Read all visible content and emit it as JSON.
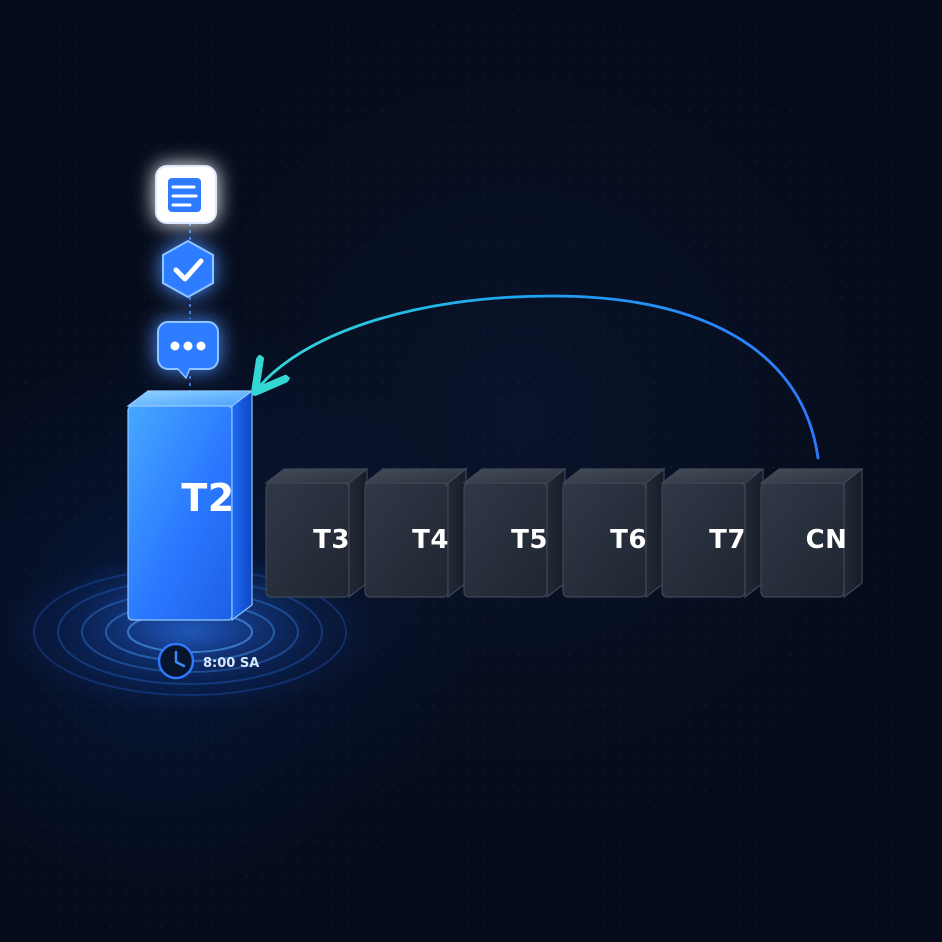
{
  "active_block": {
    "label": "T2",
    "time": "8:00 SA",
    "icons": [
      "document-icon",
      "shield-check-icon",
      "chat-bubble-icon"
    ]
  },
  "queue_blocks": [
    "T3",
    "T4",
    "T5",
    "T6",
    "T7",
    "CN"
  ],
  "colors": {
    "background": "#050b1a",
    "active_blue": "#2d79ff",
    "active_glow": "#1e69ff",
    "inactive_dark": "#2a313d",
    "arrow_start": "#2fd6d0",
    "arrow_end": "#2e78ff",
    "label_white": "#ffffff"
  }
}
